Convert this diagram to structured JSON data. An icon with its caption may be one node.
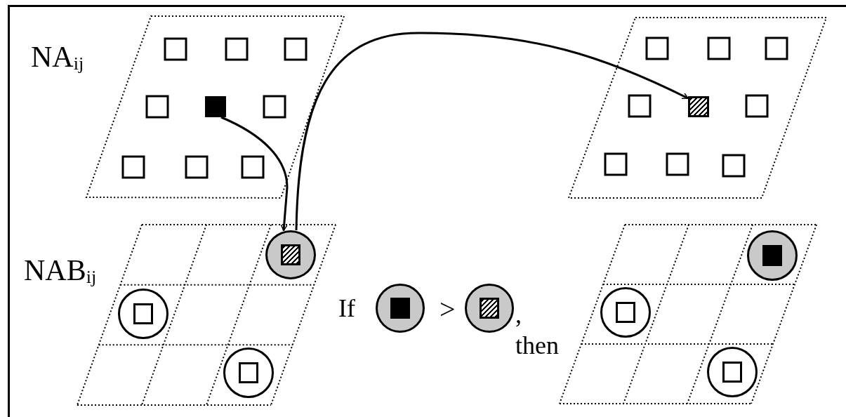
{
  "diagram": {
    "nodes": [
      {
        "text": [],
        "shape": "box"
      },
      {
        "text": [],
        "shape": "circle"
      },
      {
        "text": [],
        "shape": "box"
      }
    ],
    "edges": [
      {
        "from": 0,
        "to": 1,
        "arrow": "to"
      },
      {
        "from": 1,
        "to": 2,
        "arrow": "to"
      }
    ],
    "labels": [
      "NA$_{ij}$",
      "NAB$_{ij}$",
      "If",
      ">",
      ",",
      "then"
    ]
  }
}
